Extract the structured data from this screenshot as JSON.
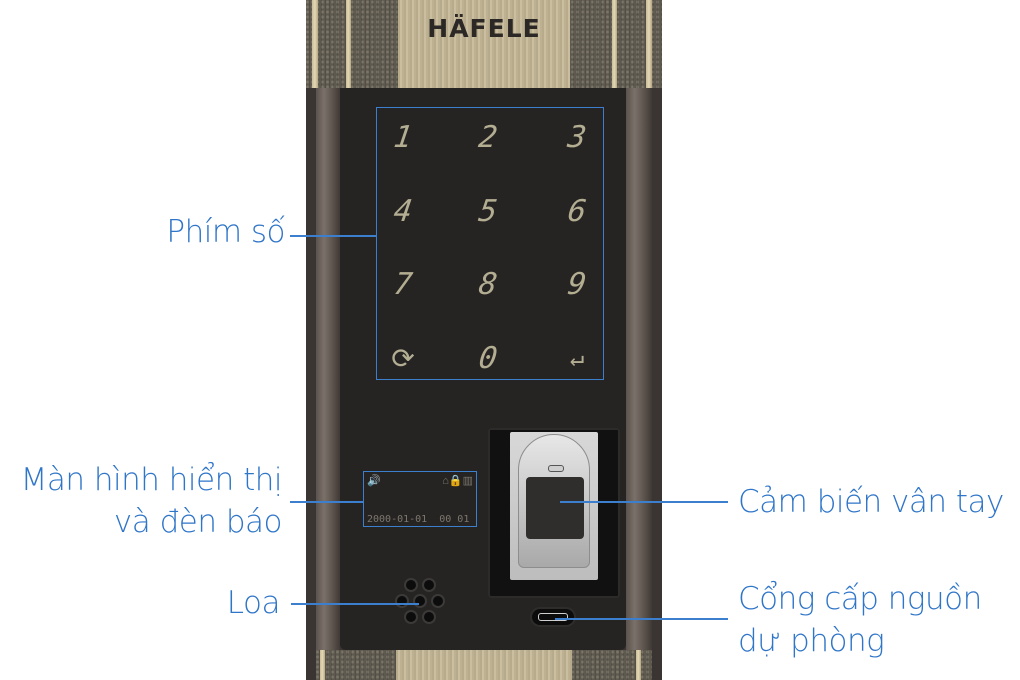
{
  "brand": {
    "logo": "HÄFELE"
  },
  "keypad": {
    "keys": [
      {
        "label": "1",
        "icon": null
      },
      {
        "label": "2",
        "icon": null
      },
      {
        "label": "3",
        "icon": null
      },
      {
        "label": "4",
        "icon": null
      },
      {
        "label": "5",
        "icon": null
      },
      {
        "label": "6",
        "icon": null
      },
      {
        "label": "7",
        "icon": null
      },
      {
        "label": "8",
        "icon": null
      },
      {
        "label": "9",
        "icon": null
      },
      {
        "label": "⟳",
        "icon": "clear-icon"
      },
      {
        "label": "0",
        "icon": null
      },
      {
        "label": "↵",
        "icon": "enter-icon"
      }
    ]
  },
  "display": {
    "icons": {
      "left": "🔊",
      "right": "⌂🔒▥"
    },
    "icon_names": [
      "speaker-icon",
      "home-icon",
      "lock-icon",
      "battery-icon"
    ],
    "date": "2000-01-01  00 01"
  },
  "callouts": {
    "keypad": "Phím số",
    "display_line1": "Màn hình hiển thị",
    "display_line2": "và đèn báo",
    "speaker": "Loa",
    "fingerprint": "Cảm biến vân tay",
    "usb_line1": "Cổng cấp nguồn",
    "usb_line2": "dự phòng"
  },
  "colors": {
    "accent": "#2f75c8",
    "panel": "#262423",
    "key_glow": "#b3ad92"
  }
}
